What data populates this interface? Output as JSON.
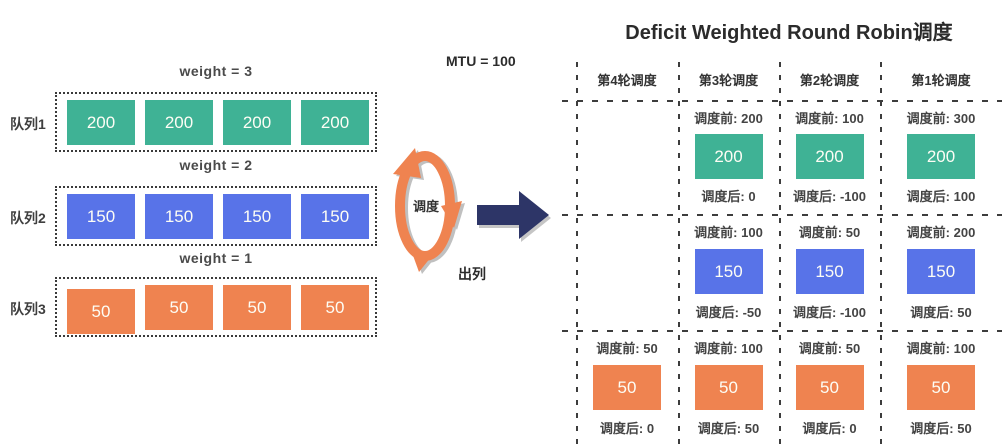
{
  "title": "Deficit Weighted Round Robin调度",
  "mtu_label": "MTU = 100",
  "scheduler": {
    "cycle_label": "调度",
    "dequeue_label": "出列"
  },
  "colors": {
    "green": "#3fb295",
    "blue": "#5873e8",
    "orange": "#ef8350",
    "arrow_navy": "#2d3567"
  },
  "queues": [
    {
      "name": "队列1",
      "weight_label": "weight = 3",
      "color": "green",
      "packets": [
        "200",
        "200",
        "200",
        "200"
      ]
    },
    {
      "name": "队列2",
      "weight_label": "weight = 2",
      "color": "blue",
      "packets": [
        "150",
        "150",
        "150",
        "150"
      ]
    },
    {
      "name": "队列3",
      "weight_label": "weight = 1",
      "color": "orange",
      "packets": [
        "50",
        "50",
        "50",
        "50"
      ]
    }
  ],
  "table": {
    "columns": [
      "第4轮调度",
      "第3轮调度",
      "第2轮调度",
      "第1轮调度"
    ],
    "rows": [
      {
        "color": "green",
        "cells": [
          null,
          {
            "before": "调度前: 200",
            "value": "200",
            "after": "调度后: 0"
          },
          {
            "before": "调度前: 100",
            "value": "200",
            "after": "调度后: -100"
          },
          {
            "before": "调度前: 300",
            "value": "200",
            "after": "调度后: 100"
          }
        ]
      },
      {
        "color": "blue",
        "cells": [
          null,
          {
            "before": "调度前: 100",
            "value": "150",
            "after": "调度后: -50"
          },
          {
            "before": "调度前: 50",
            "value": "150",
            "after": "调度后: -100"
          },
          {
            "before": "调度前: 200",
            "value": "150",
            "after": "调度后: 50"
          }
        ]
      },
      {
        "color": "orange",
        "cells": [
          {
            "before": "调度前: 50",
            "value": "50",
            "after": "调度后: 0"
          },
          {
            "before": "调度前: 100",
            "value": "50",
            "after": "调度后: 50"
          },
          {
            "before": "调度前: 50",
            "value": "50",
            "after": "调度后: 0"
          },
          {
            "before": "调度前: 100",
            "value": "50",
            "after": "调度后: 50"
          }
        ]
      }
    ]
  }
}
